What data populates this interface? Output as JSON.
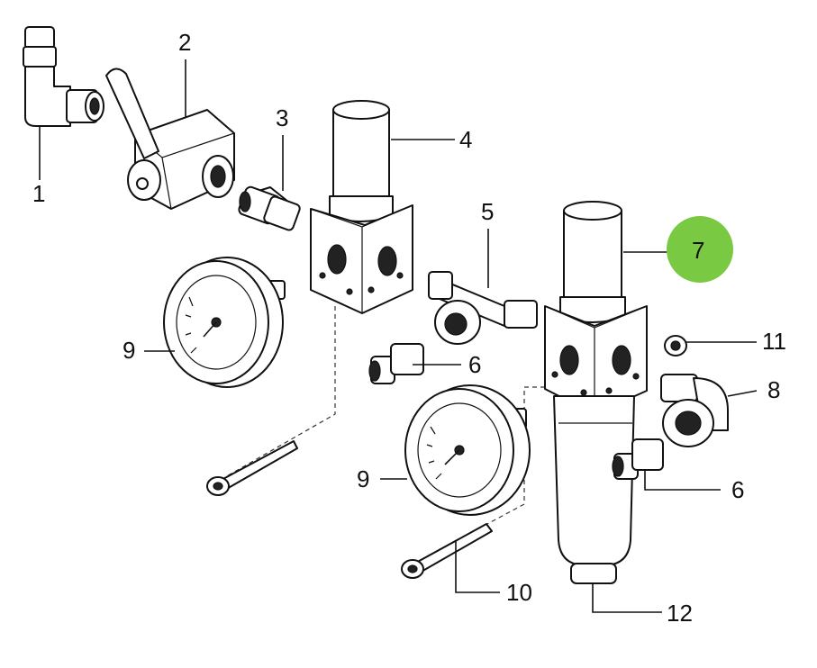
{
  "callouts": {
    "c1": "1",
    "c2": "2",
    "c3": "3",
    "c4": "4",
    "c5": "5",
    "c6a": "6",
    "c6b": "6",
    "c7": "7",
    "c8": "8",
    "c9a": "9",
    "c9b": "9",
    "c10": "10",
    "c11": "11",
    "c12": "12"
  },
  "colors": {
    "highlight": "#7ac943"
  },
  "highlighted_callout": "7"
}
